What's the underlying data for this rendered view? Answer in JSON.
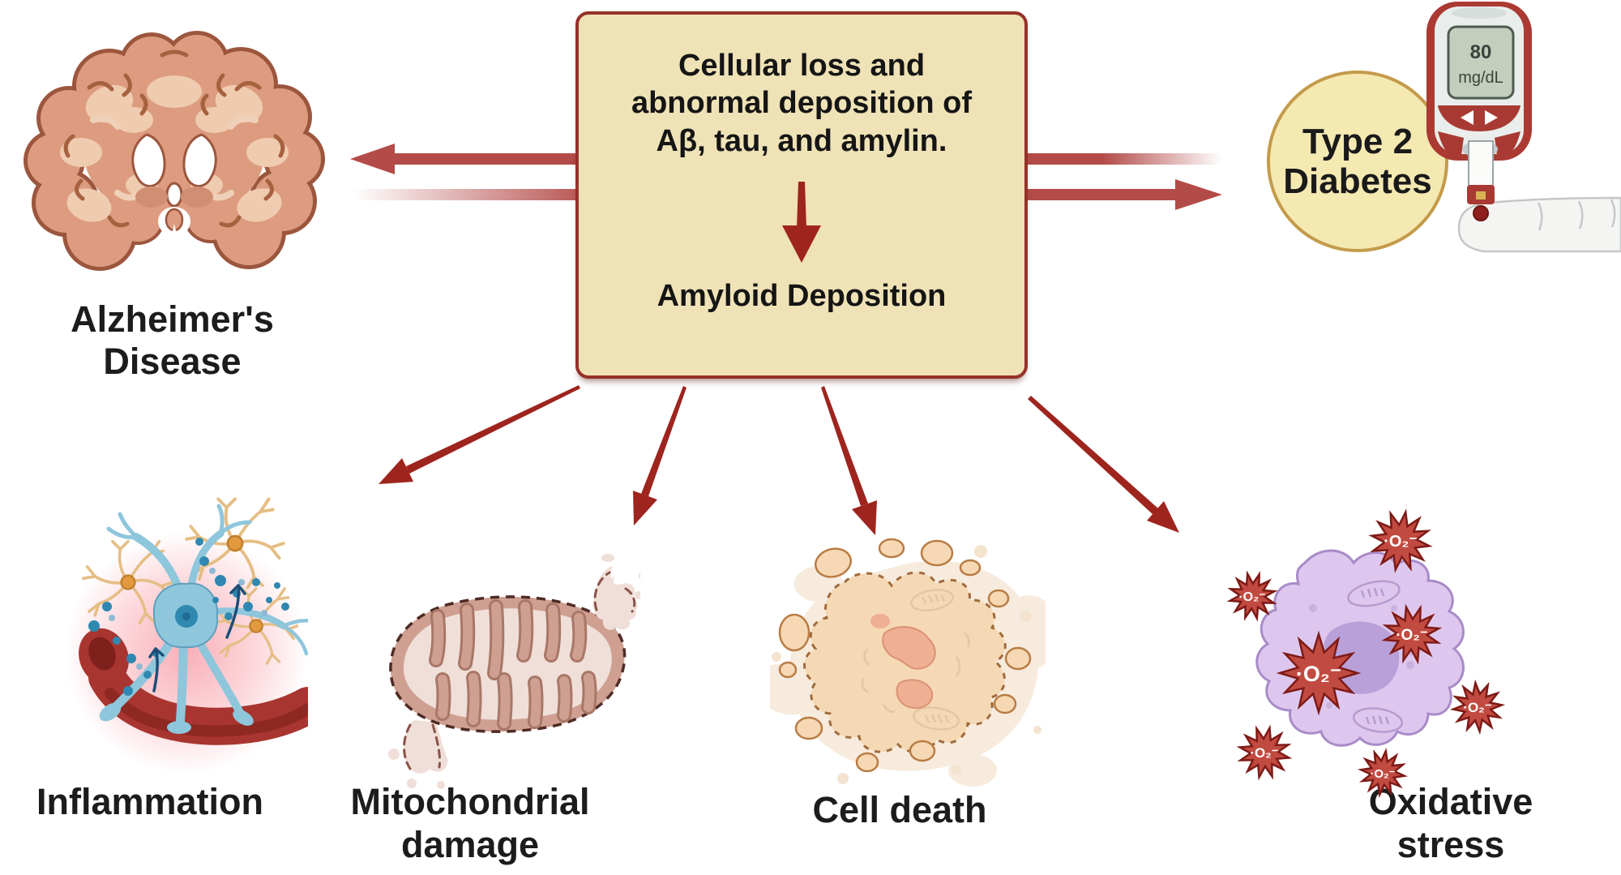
{
  "alzheimers": {
    "label": "Alzheimer's Disease"
  },
  "central_box": {
    "top_text": "Cellular loss and abnormal deposition of Aβ, tau, and amylin.",
    "bottom_text": "Amyloid Deposition"
  },
  "diabetes": {
    "label": "Type 2 Diabetes",
    "meter_value": "80",
    "meter_unit": "mg/dL"
  },
  "outcomes": {
    "inflammation": {
      "label": "Inflammation"
    },
    "mitochondrial_damage": {
      "label": "Mitochondrial damage"
    },
    "cell_death": {
      "label": "Cell death"
    },
    "oxidative_stress": {
      "label": "Oxidative stress",
      "radical": "·O₂⁻"
    }
  },
  "colors": {
    "box_fill": "#efe2b6",
    "box_border": "#963129",
    "dark_arrow": "#9e241e",
    "light_arrow": "#b34b48",
    "circle_fill": "#f5e9b2",
    "circle_border": "#c49b4b",
    "starburst": "#c14b41",
    "text": "#1c1c1c"
  }
}
